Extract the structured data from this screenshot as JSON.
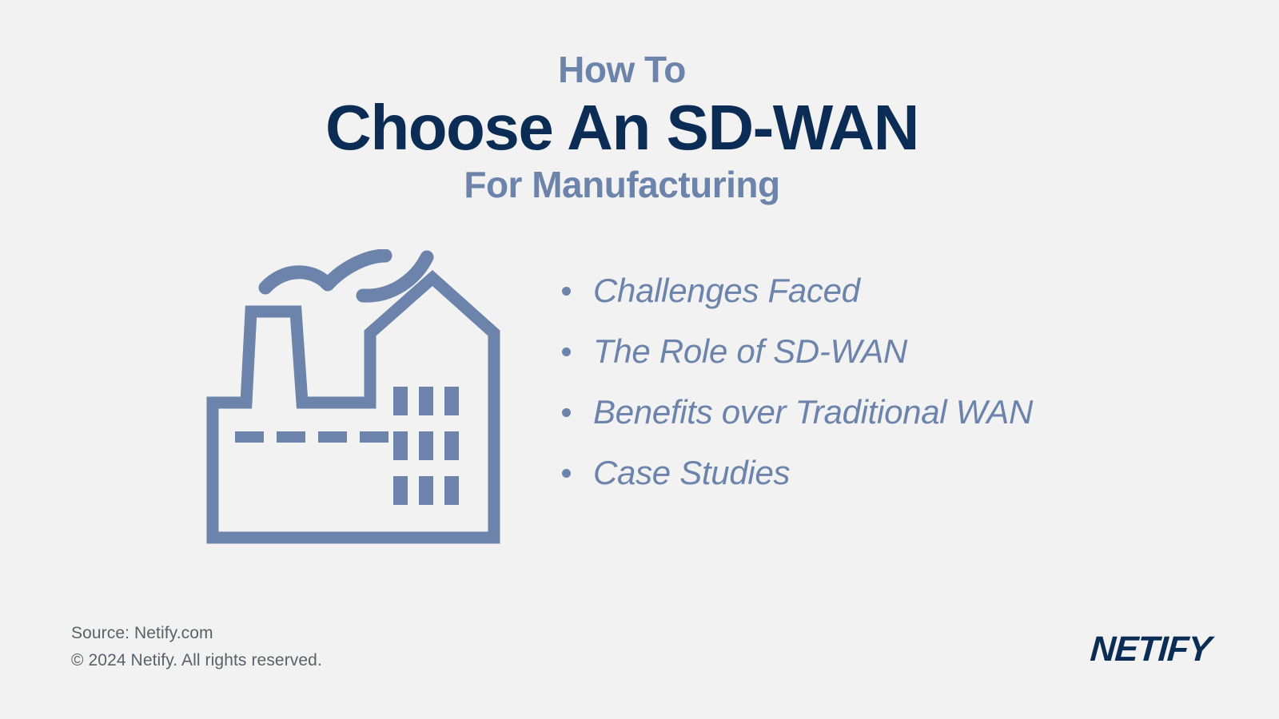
{
  "background_color": "#f2f2f2",
  "colors": {
    "headline_navy": "#0b2c55",
    "accent_slate_blue": "#6c83ab",
    "footer_gray": "#5a6166",
    "icon_stroke": "#6c83ab"
  },
  "heading": {
    "kicker": "How To",
    "headline": "Choose An SD-WAN",
    "subhead": "For Manufacturing"
  },
  "icon": {
    "name": "factory-icon",
    "description": "Outlined factory with tapered smokestack, gabled building, three rows of windows and a dashed band"
  },
  "topics": [
    {
      "label": "Challenges Faced"
    },
    {
      "label": "The Role of SD-WAN"
    },
    {
      "label": "Benefits over Traditional WAN"
    },
    {
      "label": "Case Studies"
    }
  ],
  "footer": {
    "source": "Source: Netify.com",
    "copyright": "© 2024 Netify. All rights reserved.",
    "logo": "NETIFY"
  }
}
